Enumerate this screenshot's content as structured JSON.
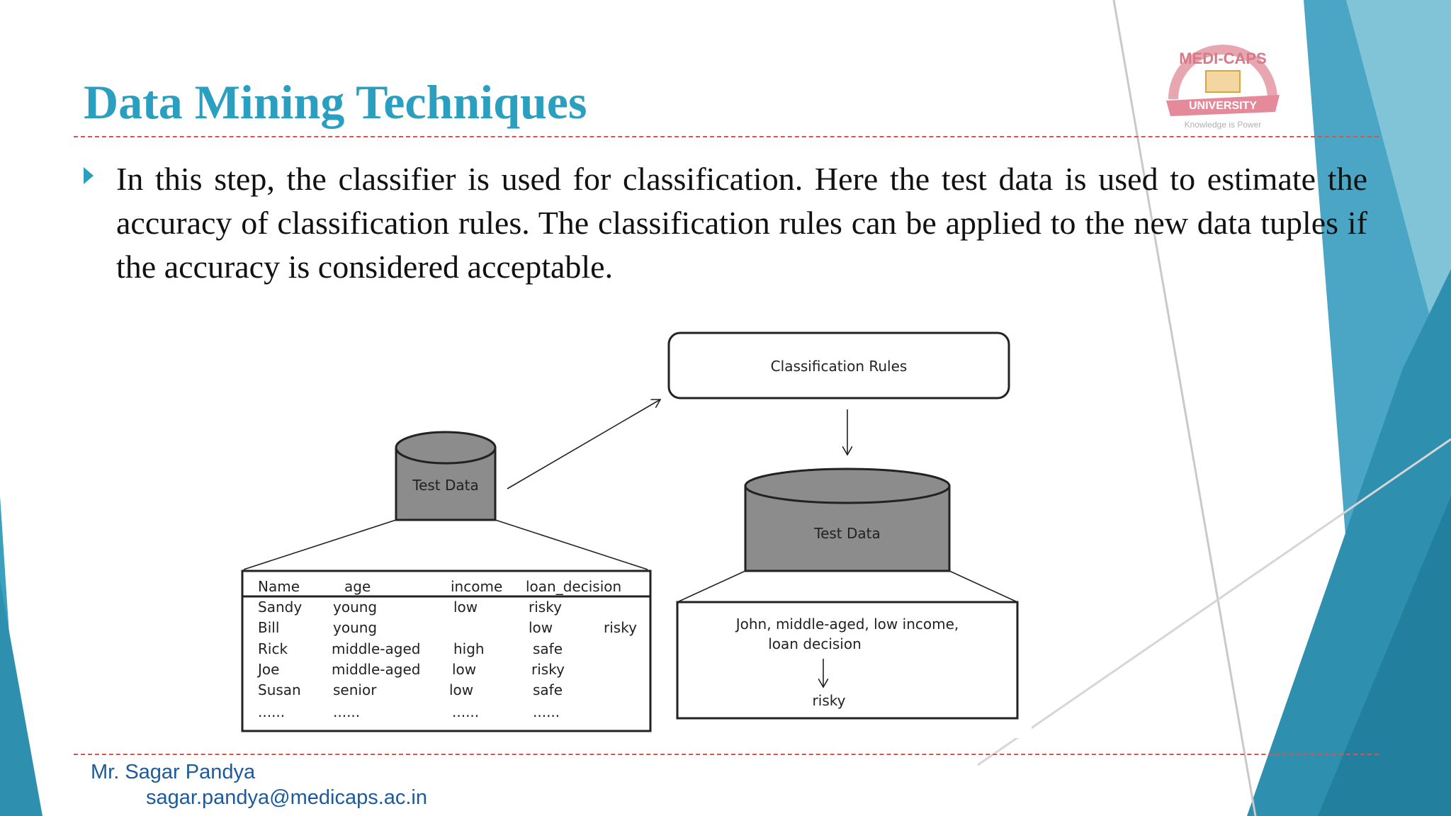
{
  "slide": {
    "title": "Data Mining Techniques",
    "bullet": "In this step, the classifier is used for classification. Here the test data is used to estimate the accuracy of classification rules. The classification rules can be applied to the new data tuples if the accuracy is considered acceptable."
  },
  "logo": {
    "name": "MEDI-CAPS",
    "banner": "UNIVERSITY",
    "tagline": "Knowledge is Power"
  },
  "diagram": {
    "left_cylinder_label": "Test Data",
    "rules_box_label": "Classification Rules",
    "right_cylinder_label": "Test Data",
    "table": {
      "headers": [
        "Name",
        "age",
        "income",
        "loan_decision"
      ],
      "rows": [
        [
          "Sandy",
          "young",
          "low",
          "risky"
        ],
        [
          "Bill",
          "young",
          "",
          "low",
          "risky"
        ],
        [
          "Rick",
          "middle-aged",
          "high",
          "safe"
        ],
        [
          "Joe",
          "middle-aged",
          "low",
          "risky"
        ],
        [
          "Susan",
          "senior",
          "low",
          "safe"
        ],
        [
          "......",
          "......",
          "......",
          "......"
        ]
      ]
    },
    "query_line1": "John, middle-aged, low income,",
    "query_line2": "loan decision",
    "result": "risky"
  },
  "footer": {
    "name": "Mr. Sagar Pandya",
    "email": "sagar.pandya@medicaps.ac.in"
  },
  "colors": {
    "title": "#2a9fbf",
    "rule": "#d9534f",
    "footer": "#1c5a9e",
    "deco_dark": "#2e8fae",
    "deco_light": "#8fcbdc"
  }
}
